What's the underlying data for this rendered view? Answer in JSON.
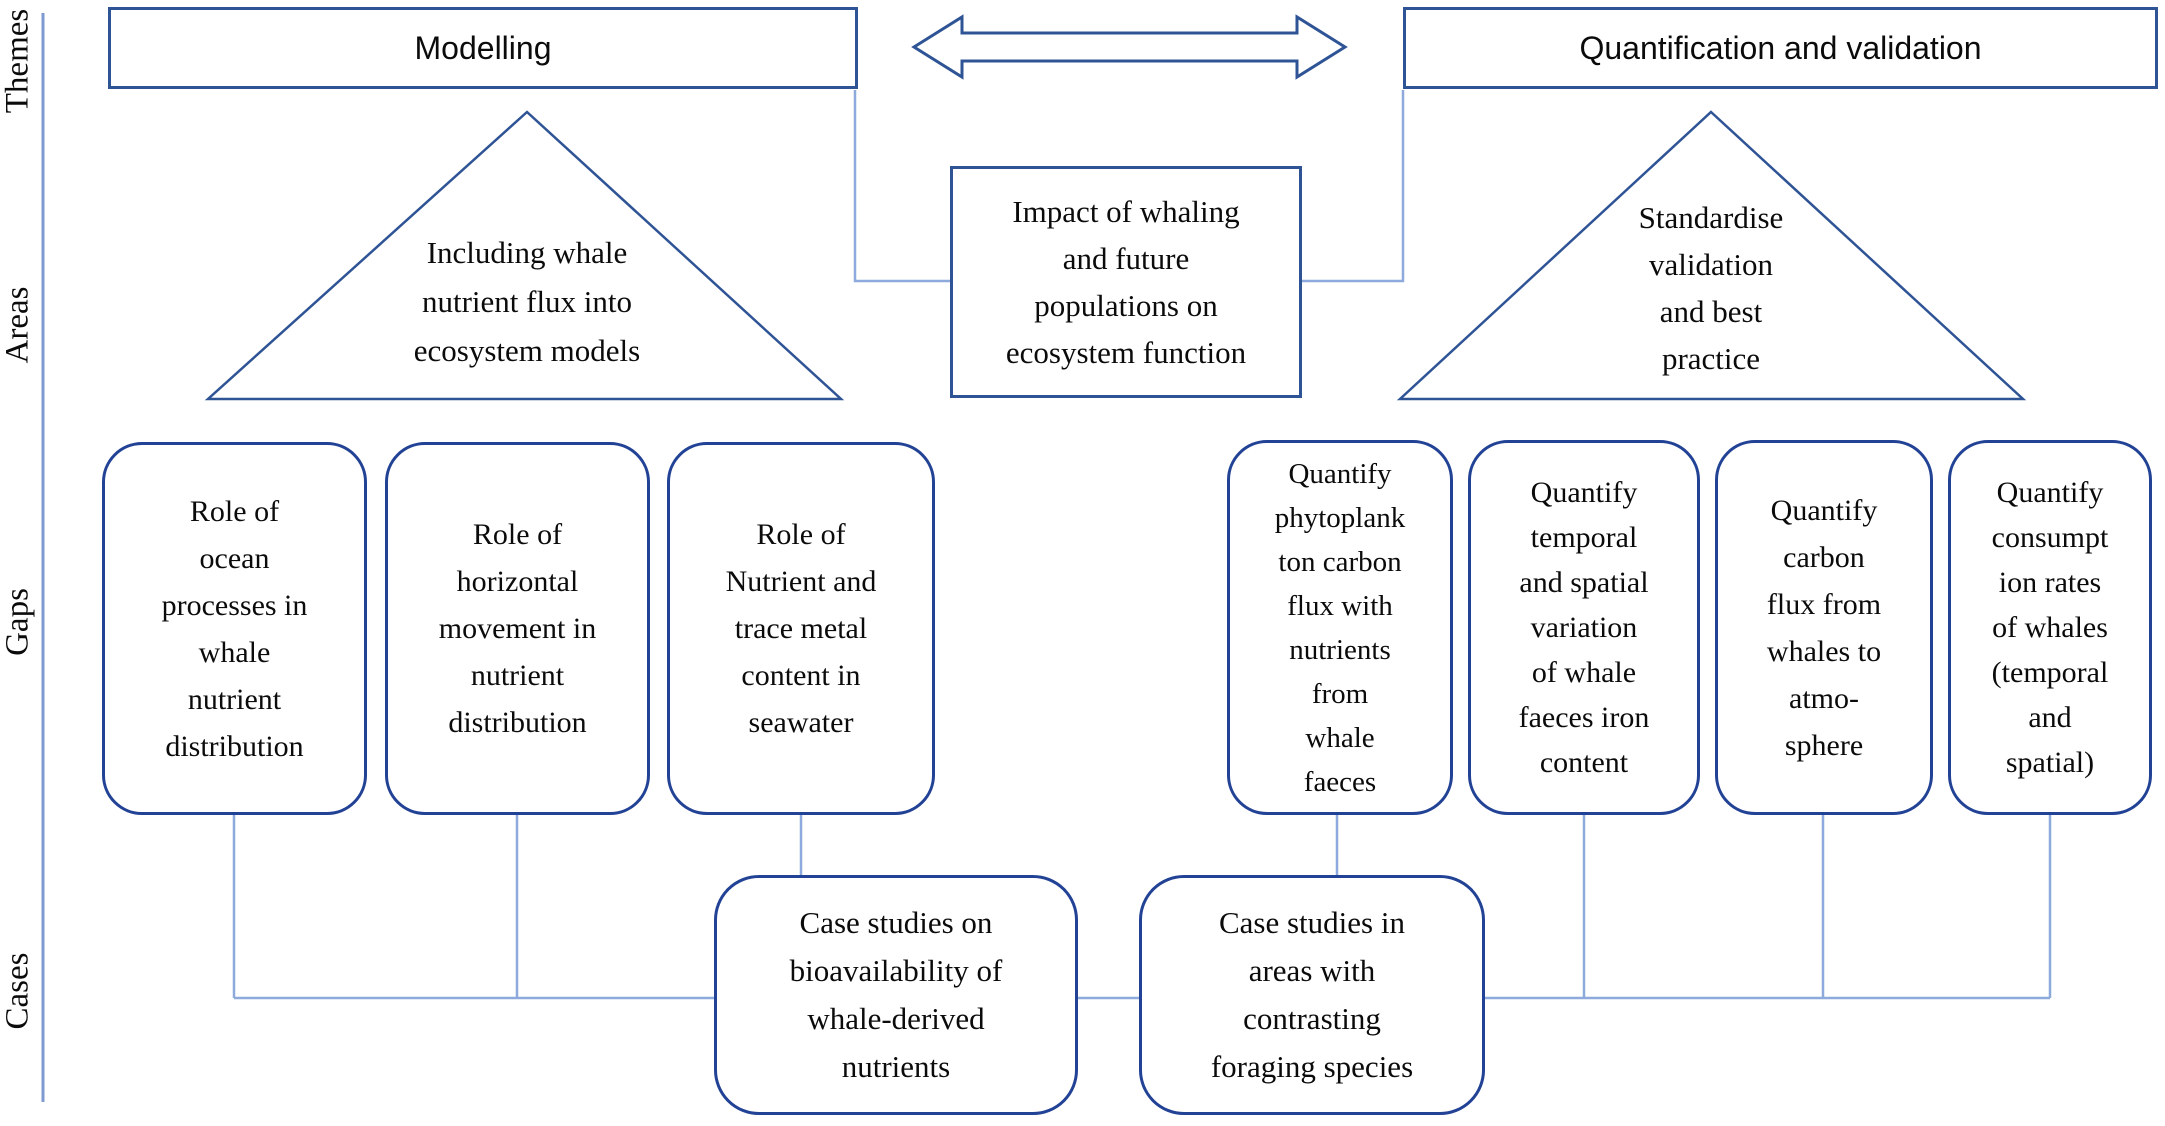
{
  "axis": {
    "labels": [
      {
        "id": "themes",
        "label": "Themes"
      },
      {
        "id": "areas",
        "label": "Areas"
      },
      {
        "id": "gaps",
        "label": "Gaps"
      },
      {
        "id": "cases",
        "label": "Cases"
      }
    ]
  },
  "themes": {
    "left_box": "Modelling",
    "right_box": "Quantification and validation"
  },
  "areas": {
    "left_triangle": "Including whale\nnutrient flux into\necosystem models",
    "right_triangle": "Standardise\nvalidation\nand best\npractice",
    "impact_box": "Impact of whaling\nand future\npopulations on\necosystem function"
  },
  "gaps": [
    {
      "text": "Role of\nocean\nprocesses in\nwhale\nnutrient\ndistribution"
    },
    {
      "text": "Role of\nhorizontal\nmovement in\nnutrient\ndistribution"
    },
    {
      "text": "Role of\nNutrient and\ntrace metal\ncontent in\nseawater"
    },
    {
      "text": "Quantify\nphytoplank\nton carbon\nflux with\nnutrients\nfrom\nwhale\nfaeces"
    },
    {
      "text": "Quantify\ntemporal\nand spatial\nvariation\nof whale\nfaeces iron\ncontent"
    },
    {
      "text": "Quantify\ncarbon\nflux from\nwhales to\natmo-\nsphere"
    },
    {
      "text": "Quantify\nconsumpt\nion rates\nof whales\n(temporal\nand\nspatial)"
    }
  ],
  "cases": [
    {
      "text": "Case studies on\nbioavailability of\nwhale-derived\nnutrients"
    },
    {
      "text": "Case studies in\nareas with\ncontrasting\nforaging species"
    }
  ],
  "colors": {
    "shape_stroke": "#2f5496",
    "rounded_box_stroke": "#224295",
    "connector": "#8ea9db",
    "axis_line": "#7f9ad0",
    "background": "#ffffff",
    "text": "#0b0b0b"
  }
}
